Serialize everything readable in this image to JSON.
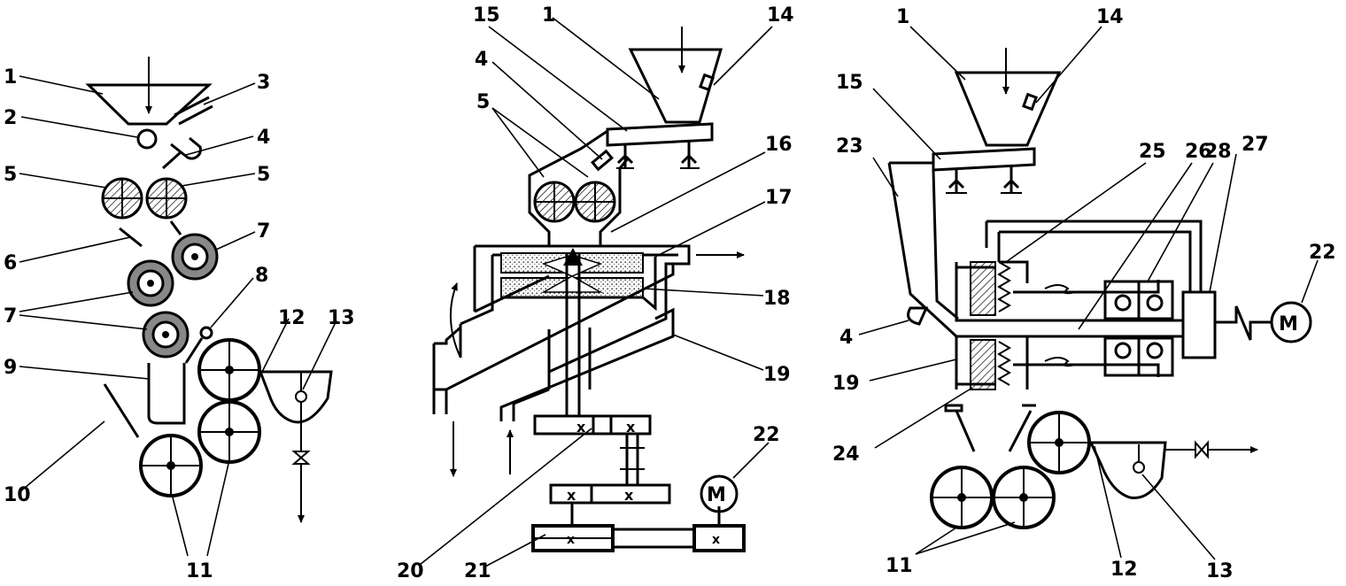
{
  "diagram": {
    "left_panel": {
      "labels": [
        "1",
        "2",
        "3",
        "4",
        "5",
        "5",
        "6",
        "7",
        "7",
        "8",
        "9",
        "10",
        "11",
        "12",
        "13"
      ]
    },
    "middle_panel": {
      "labels": [
        "15",
        "1",
        "14",
        "4",
        "5",
        "16",
        "17",
        "18",
        "19",
        "20",
        "21",
        "22"
      ],
      "motor_text": "M"
    },
    "right_panel": {
      "labels": [
        "1",
        "14",
        "15",
        "23",
        "25",
        "26",
        "28",
        "27",
        "22",
        "4",
        "19",
        "24",
        "11",
        "12",
        "13"
      ],
      "motor_text": "M"
    }
  }
}
